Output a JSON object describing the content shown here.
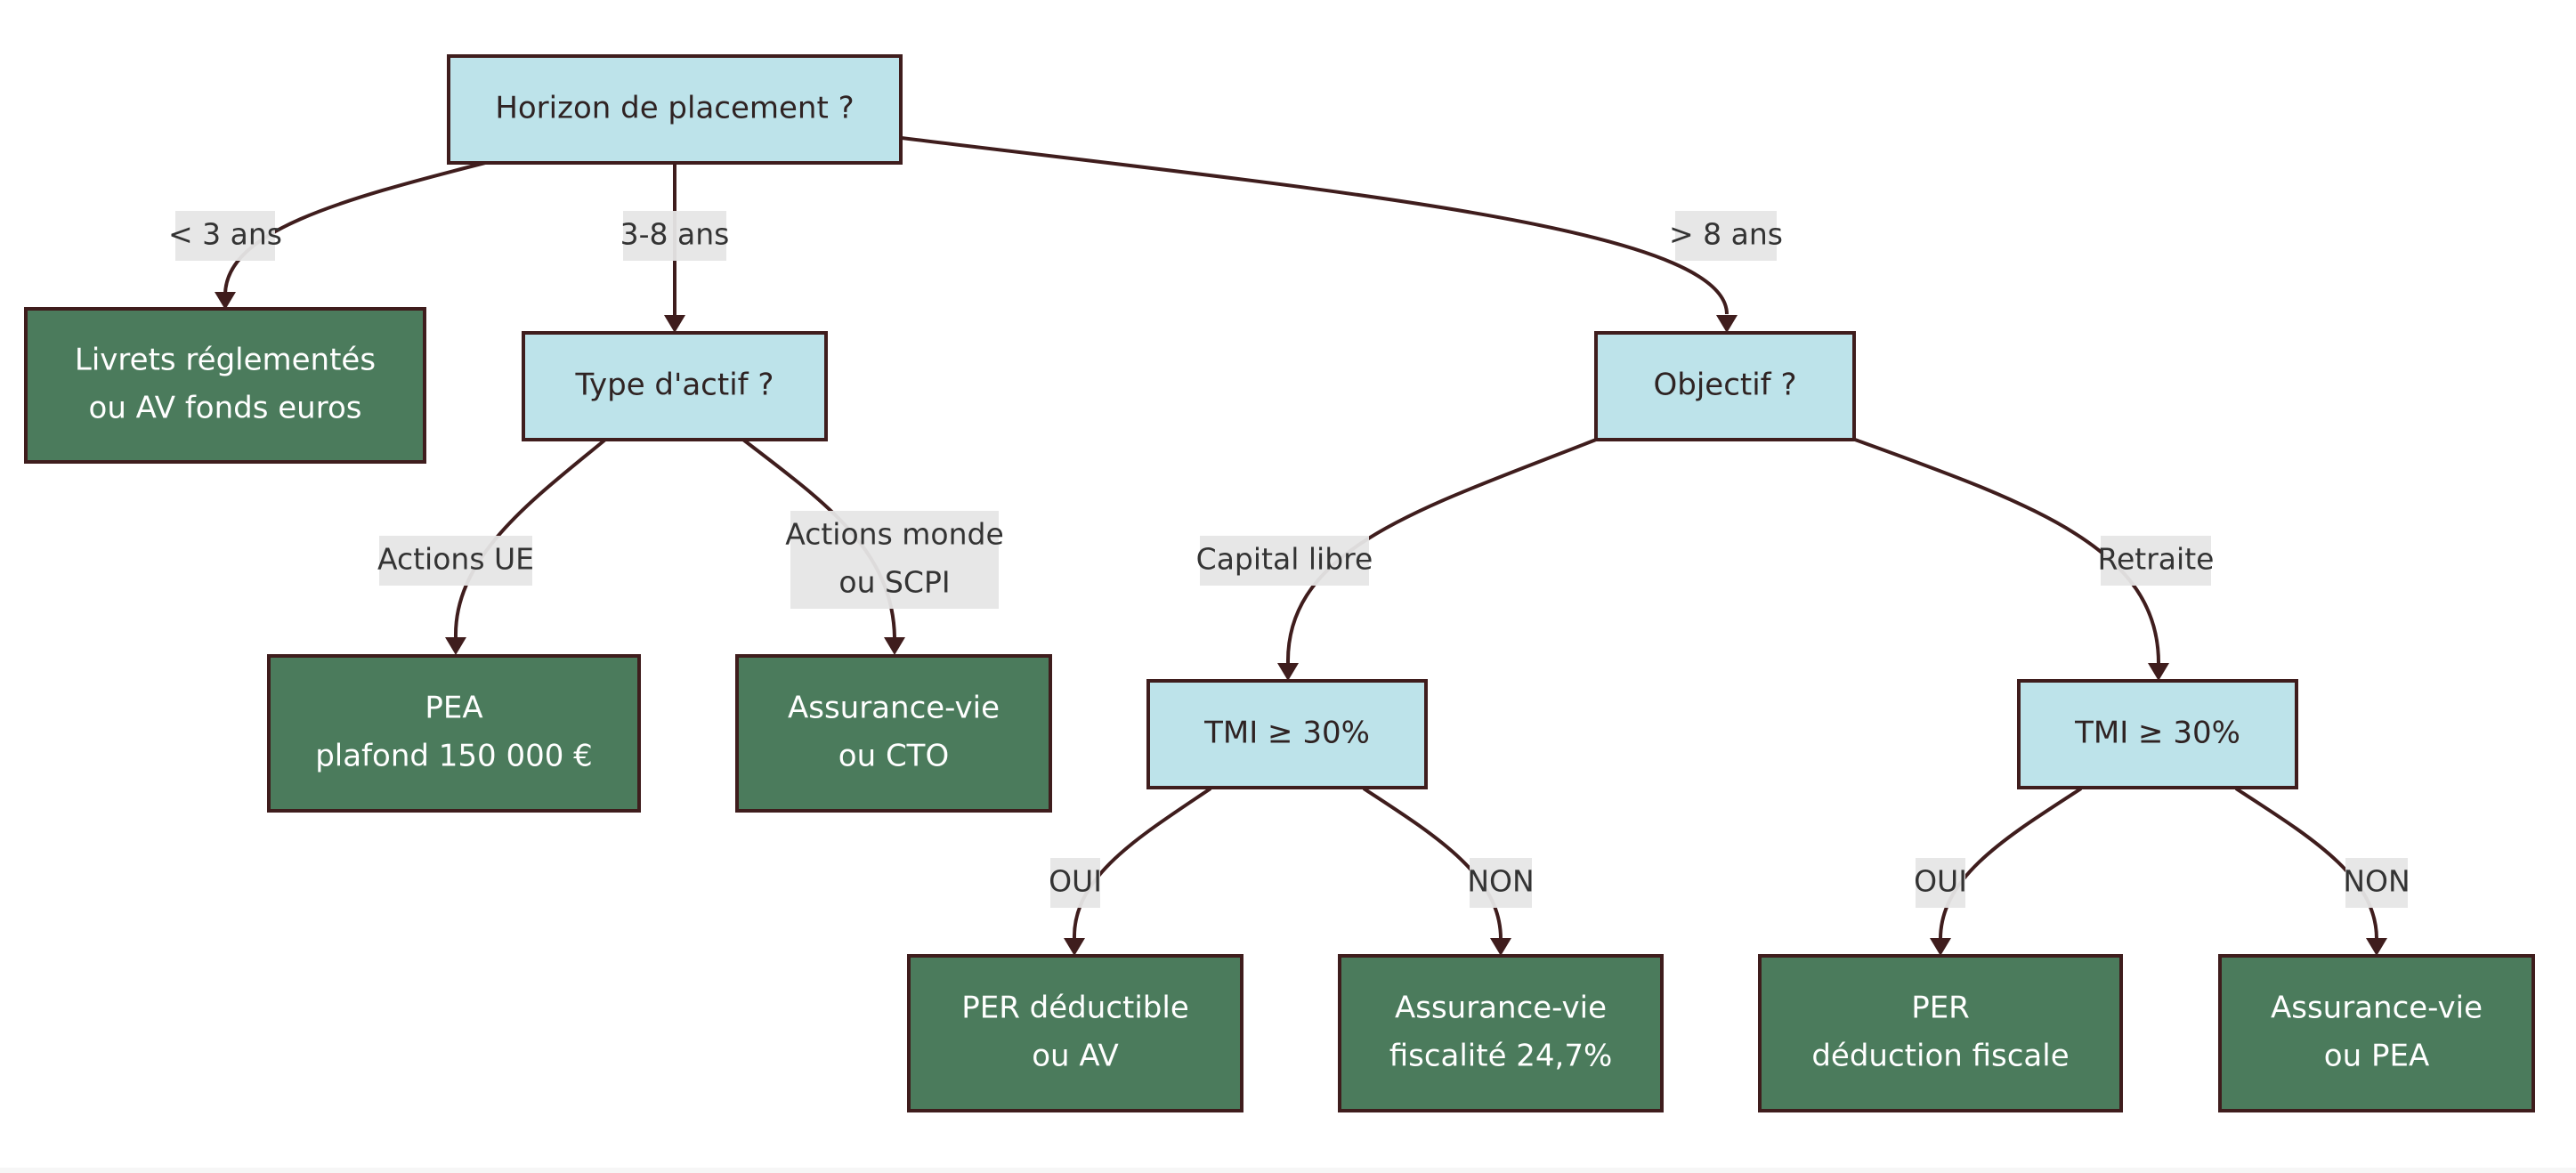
{
  "diagram": {
    "nodes": {
      "horizon": {
        "lines": [
          "Horizon de placement ?"
        ]
      },
      "livrets": {
        "lines": [
          "Livrets réglementés",
          "ou AV fonds euros"
        ]
      },
      "type": {
        "lines": [
          "Type d'actif ?"
        ]
      },
      "objectif": {
        "lines": [
          "Objectif ?"
        ]
      },
      "pea": {
        "lines": [
          "PEA",
          "plafond 150 000 €"
        ]
      },
      "av_cto": {
        "lines": [
          "Assurance-vie",
          "ou CTO"
        ]
      },
      "tmi1": {
        "lines": [
          "TMI ≥ 30%"
        ]
      },
      "tmi2": {
        "lines": [
          "TMI ≥ 30%"
        ]
      },
      "per_av": {
        "lines": [
          "PER déductible",
          "ou AV"
        ]
      },
      "av_fisc": {
        "lines": [
          "Assurance-vie",
          "fiscalité 24,7%"
        ]
      },
      "per_ded": {
        "lines": [
          "PER",
          "déduction fiscale"
        ]
      },
      "av_pea": {
        "lines": [
          "Assurance-vie",
          "ou PEA"
        ]
      }
    },
    "edges": {
      "lt3": {
        "lines": [
          "< 3 ans"
        ]
      },
      "3to8": {
        "lines": [
          "3-8 ans"
        ]
      },
      "gt8": {
        "lines": [
          "> 8 ans"
        ]
      },
      "actions_ue": {
        "lines": [
          "Actions UE"
        ]
      },
      "monde": {
        "lines": [
          "Actions monde",
          "ou SCPI"
        ]
      },
      "capital": {
        "lines": [
          "Capital libre"
        ]
      },
      "retraite": {
        "lines": [
          "Retraite"
        ]
      },
      "oui1": {
        "lines": [
          "OUI"
        ]
      },
      "non1": {
        "lines": [
          "NON"
        ]
      },
      "oui2": {
        "lines": [
          "OUI"
        ]
      },
      "non2": {
        "lines": [
          "NON"
        ]
      }
    },
    "colors": {
      "question": "#bde3ea",
      "result": "#4b7b5c",
      "stroke": "#3f1d1d",
      "label_bg": "#e6e6e6"
    }
  }
}
